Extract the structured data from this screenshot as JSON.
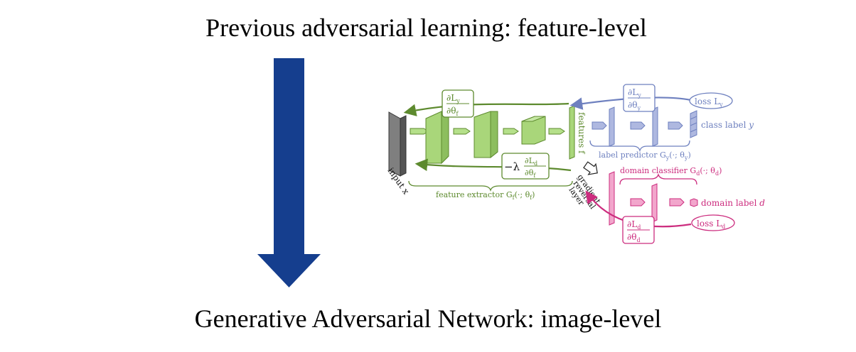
{
  "headings": {
    "top": "Previous adversarial learning: feature-level",
    "bottom": "Generative Adversarial Network: image-level"
  },
  "diagram": {
    "input_label": "input x",
    "features_label": "features f",
    "feature_extractor_label": "feature extractor G",
    "feature_extractor_sub": "f",
    "feature_extractor_args": "(·; θ",
    "label_predictor_label": "label predictor G",
    "label_predictor_sub": "y",
    "domain_classifier_label": "domain classifier G",
    "domain_classifier_sub": "d",
    "class_label": "class label",
    "class_label_var": "y",
    "domain_label": "domain label",
    "domain_label_var": "d",
    "loss_y": "loss L",
    "loss_y_sub": "y",
    "loss_d": "loss L",
    "loss_d_sub": "d",
    "gradient_reversal_lines": [
      "gradient",
      "reversal",
      "layer"
    ],
    "grad_ly_num": "∂L",
    "grad_ly_num_sub": "y",
    "grad_ly_den_f": "∂θ",
    "grad_ly_den_f_sub": "f",
    "grad_ly_den_y": "∂θ",
    "grad_ly_den_y_sub": "y",
    "grad_ld_num": "∂L",
    "grad_ld_num_sub": "d",
    "grad_ld_den_f": "∂θ",
    "grad_ld_den_f_sub": "f",
    "grad_ld_den_d": "∂θ",
    "grad_ld_den_d_sub": "d",
    "minus_lambda": "−λ"
  },
  "colors": {
    "arrow_blue": "#153E8E",
    "green_stroke": "#5D8A2E",
    "green_fill": "#A9D67A",
    "green_arrow": "#B5E08A",
    "blue_stroke": "#6E80BF",
    "blue_fill": "#AEB8E0",
    "pink_stroke": "#CC2C7E",
    "pink_fill": "#F2A6CC",
    "gray_fill": "#7F7F7F"
  }
}
